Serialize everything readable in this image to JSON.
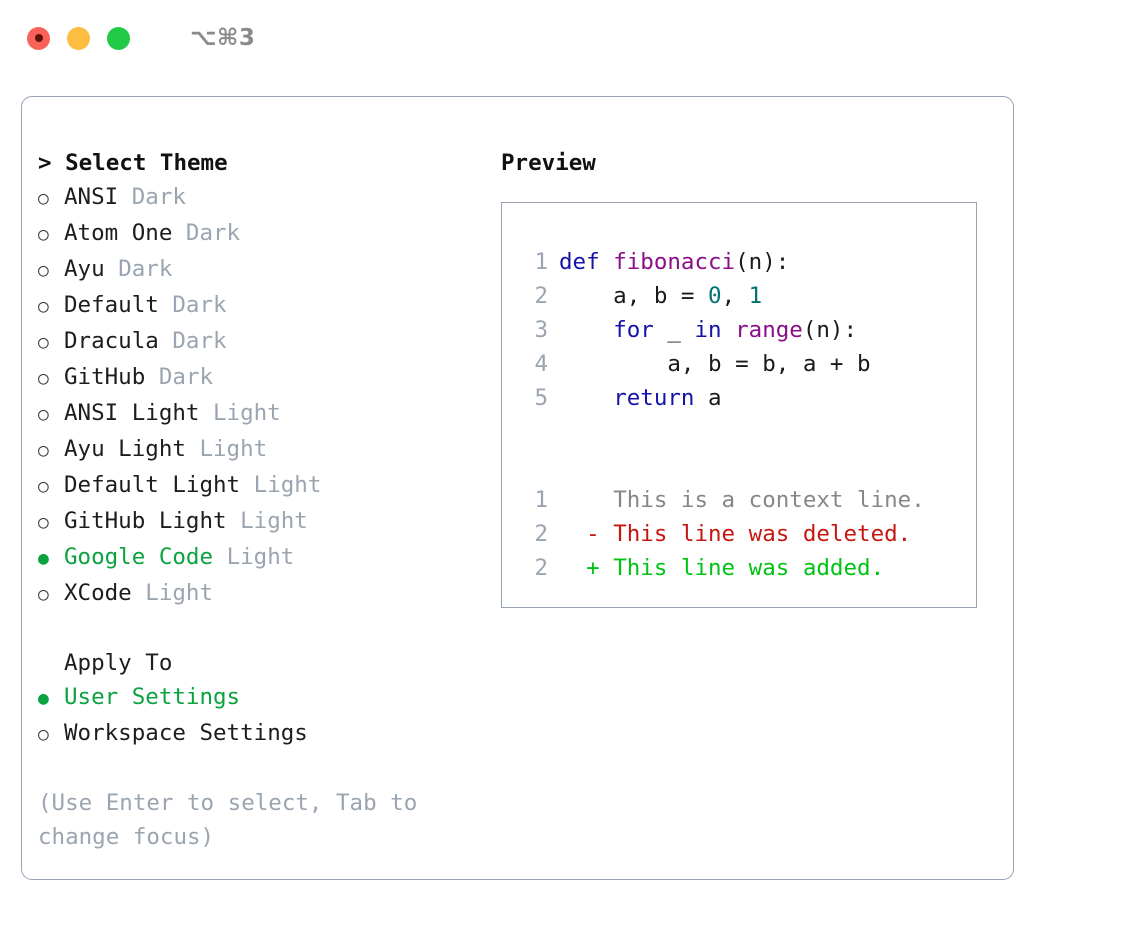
{
  "titlebar": {
    "shortcut": "⌥⌘3",
    "buttons": [
      {
        "name": "close",
        "color": "#fa6158",
        "recording": true
      },
      {
        "name": "minimize",
        "color": "#fdbd41",
        "recording": false
      },
      {
        "name": "maximize",
        "color": "#20ca46",
        "recording": false
      }
    ]
  },
  "theme_picker": {
    "header_prompt": "> ",
    "header": "Select Theme",
    "marker_selected": "●",
    "marker_unselected": "○",
    "selected_color": "#0aa33f",
    "items": [
      {
        "name": "ANSI",
        "tag": "Dark",
        "selected": false
      },
      {
        "name": "Atom One",
        "tag": "Dark",
        "selected": false
      },
      {
        "name": "Ayu",
        "tag": "Dark",
        "selected": false
      },
      {
        "name": "Default",
        "tag": "Dark",
        "selected": false
      },
      {
        "name": "Dracula",
        "tag": "Dark",
        "selected": false
      },
      {
        "name": "GitHub",
        "tag": "Dark",
        "selected": false
      },
      {
        "name": "ANSI Light",
        "tag": "Light",
        "selected": false
      },
      {
        "name": "Ayu Light",
        "tag": "Light",
        "selected": false
      },
      {
        "name": "Default Light",
        "tag": "Light",
        "selected": false
      },
      {
        "name": "GitHub Light",
        "tag": "Light",
        "selected": false
      },
      {
        "name": "Google Code",
        "tag": "Light",
        "selected": true
      },
      {
        "name": "XCode",
        "tag": "Light",
        "selected": false
      }
    ]
  },
  "apply_to": {
    "header": "Apply To",
    "items": [
      {
        "name": "User Settings",
        "selected": true
      },
      {
        "name": "Workspace Settings",
        "selected": false
      }
    ]
  },
  "hint": {
    "line1": "(Use Enter to select, Tab to",
    "line2": "change focus)"
  },
  "preview": {
    "title": "Preview",
    "code_lines": [
      {
        "num": "1",
        "tokens": [
          {
            "t": "def ",
            "c": "kw"
          },
          {
            "t": "fibonacci",
            "c": "fn"
          },
          {
            "t": "(n):",
            "c": "txt"
          }
        ]
      },
      {
        "num": "2",
        "tokens": [
          {
            "t": "    a, b = ",
            "c": "txt"
          },
          {
            "t": "0",
            "c": "num"
          },
          {
            "t": ", ",
            "c": "txt"
          },
          {
            "t": "1",
            "c": "num"
          }
        ]
      },
      {
        "num": "3",
        "tokens": [
          {
            "t": "    ",
            "c": "txt"
          },
          {
            "t": "for",
            "c": "kw"
          },
          {
            "t": " _ ",
            "c": "txt"
          },
          {
            "t": "in",
            "c": "kw"
          },
          {
            "t": " ",
            "c": "txt"
          },
          {
            "t": "range",
            "c": "fn"
          },
          {
            "t": "(n):",
            "c": "txt"
          }
        ]
      },
      {
        "num": "4",
        "tokens": [
          {
            "t": "        a, b = b, a + b",
            "c": "txt"
          }
        ]
      },
      {
        "num": "5",
        "tokens": [
          {
            "t": "    ",
            "c": "txt"
          },
          {
            "t": "return",
            "c": "kw"
          },
          {
            "t": " a",
            "c": "txt"
          }
        ]
      }
    ],
    "diff_lines": [
      {
        "num": "1",
        "sign": "  ",
        "text": "This is a context line.",
        "kind": "ctx"
      },
      {
        "num": "2",
        "sign": "- ",
        "text": "This line was deleted.",
        "kind": "del"
      },
      {
        "num": "2",
        "sign": "+ ",
        "text": "This line was added.",
        "kind": "add"
      }
    ]
  },
  "colors": {
    "keyword": "#1414a8",
    "function": "#8b0e8b",
    "number": "#007272",
    "text": "#1a1a1a",
    "context": "#878787",
    "deleted": "#c6170f",
    "added": "#00c413",
    "linenumber": "#9aa5b1",
    "border": "#97a3b4",
    "muted": "#9aa5b1"
  }
}
